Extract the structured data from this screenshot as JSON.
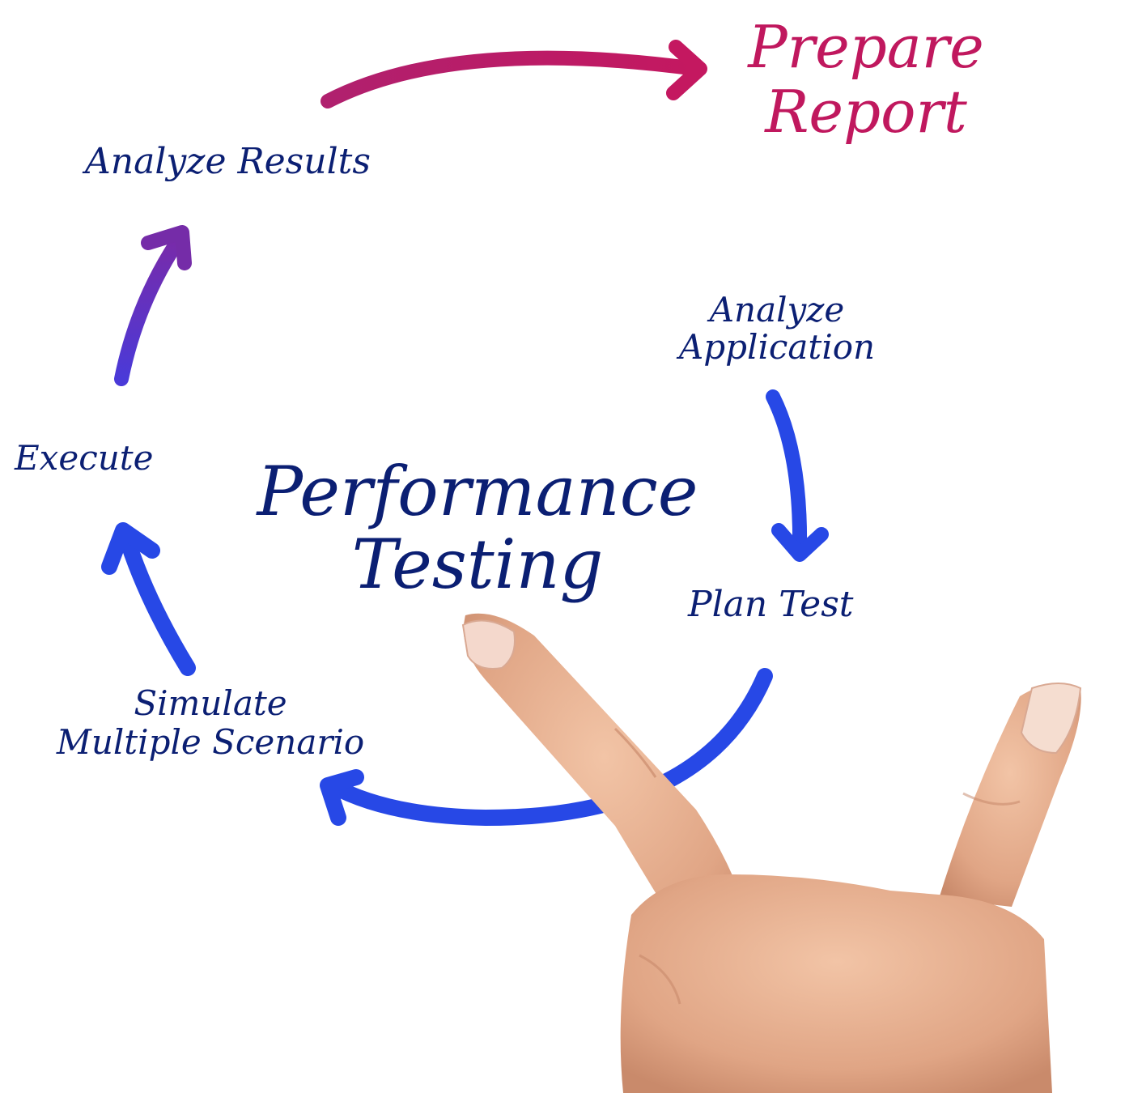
{
  "diagram": {
    "title_line1": "Performance",
    "title_line2": "Testing",
    "steps": [
      {
        "id": "analyze-application",
        "line1": "Analyze",
        "line2": "Application"
      },
      {
        "id": "plan-test",
        "line1": "Plan Test"
      },
      {
        "id": "simulate-multiple-scenario",
        "line1": "Simulate",
        "line2": "Multiple Scenario"
      },
      {
        "id": "execute",
        "line1": "Execute"
      },
      {
        "id": "analyze-results",
        "line1": "Analyze Results"
      },
      {
        "id": "prepare-report",
        "line1": "Prepare",
        "line2": "Report"
      }
    ],
    "colors": {
      "text": "#0b1f73",
      "report_text": "#c0185e",
      "arrow_blue": "#2748e6",
      "arrow_purple": "#6a30c0",
      "arrow_pink": "#c0185e"
    }
  }
}
